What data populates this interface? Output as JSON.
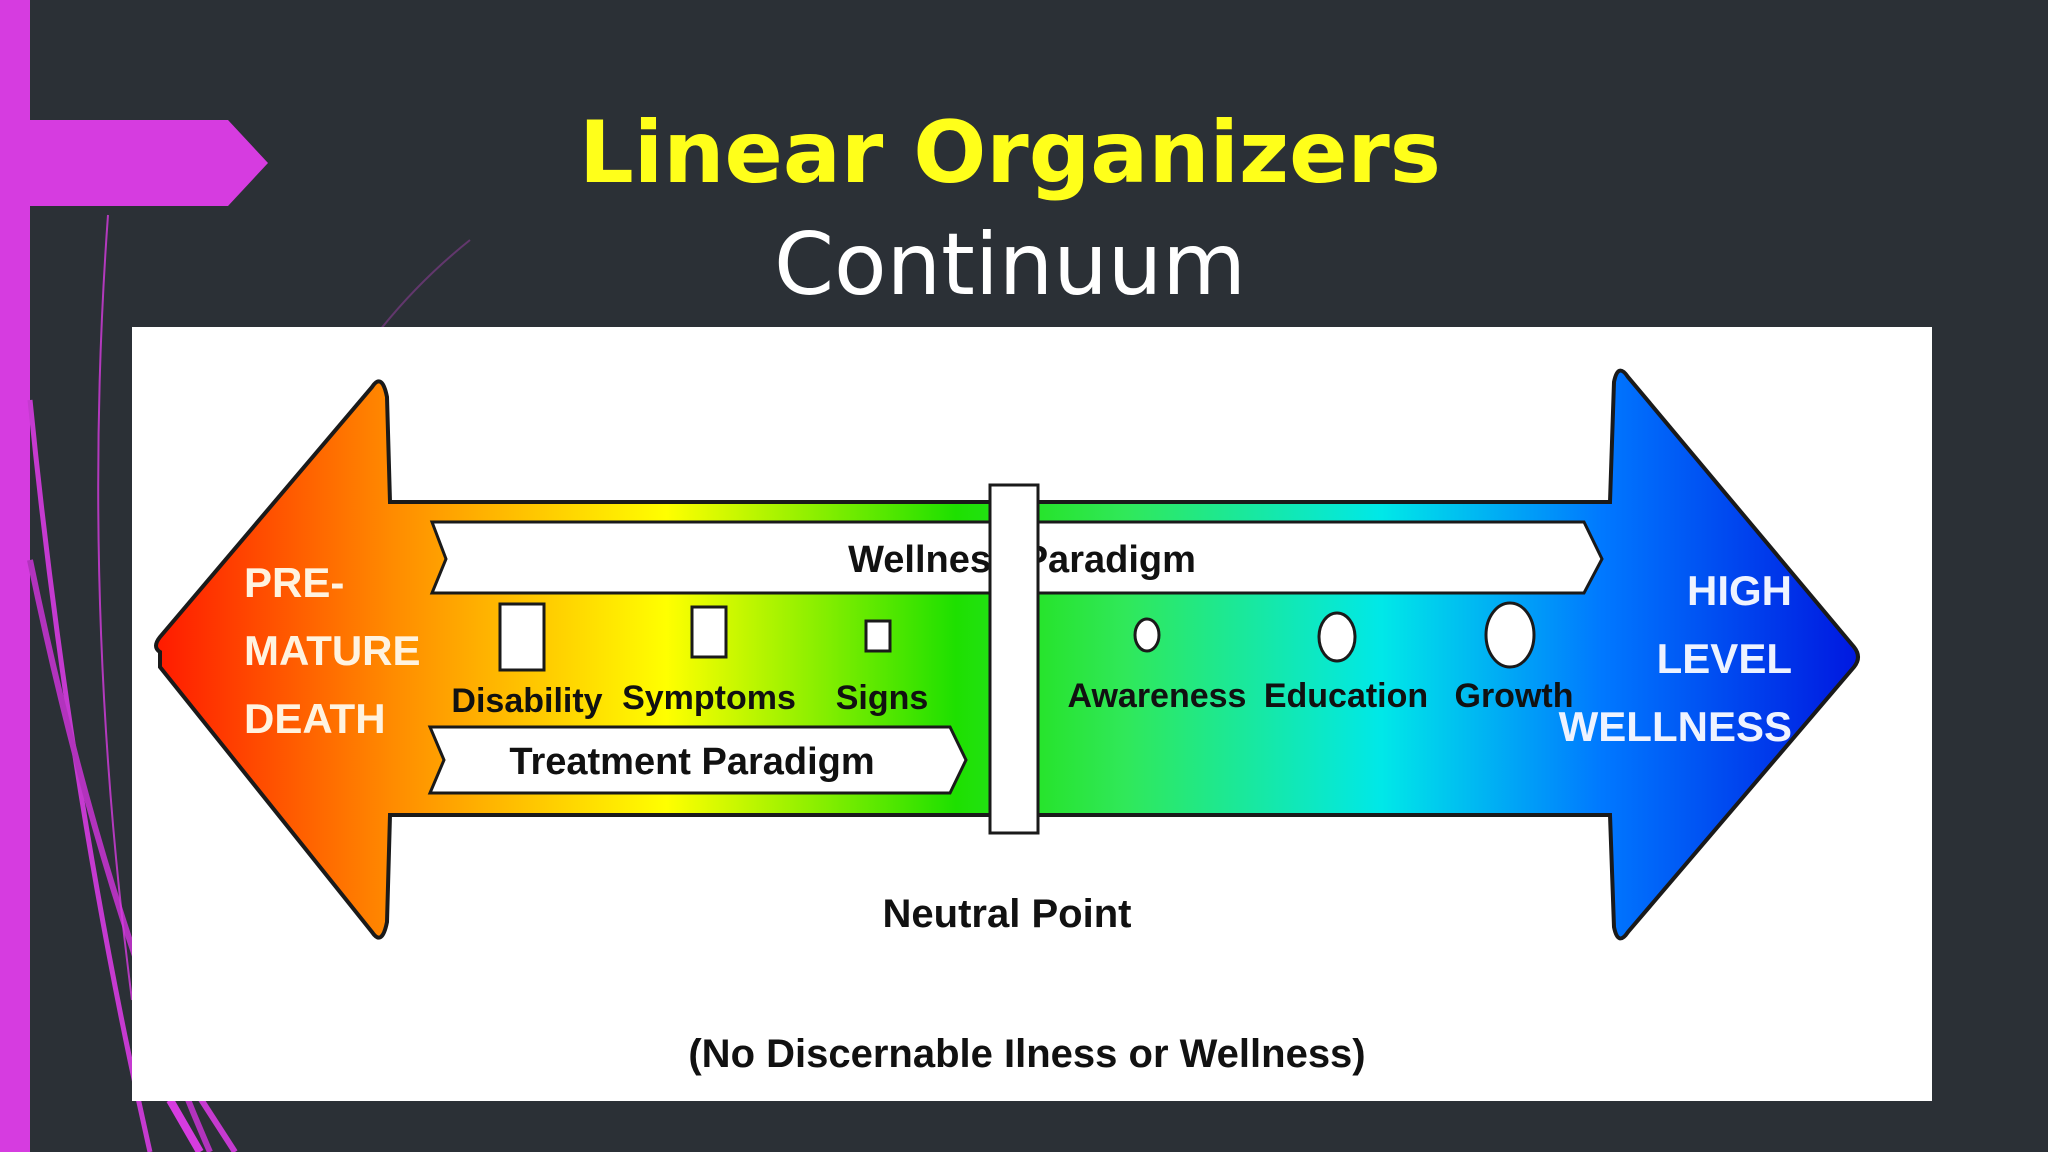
{
  "slide": {
    "title": "Linear Organizers",
    "subtitle": "Continuum",
    "accent_color": "#d63ce0",
    "title_color": "#ffff1a",
    "background_color": "#2b3036"
  },
  "diagram": {
    "left_end": [
      "PRE-",
      "MATURE",
      "DEATH"
    ],
    "right_end": [
      "HIGH",
      "LEVEL",
      "WELLNESS"
    ],
    "wellness_banner": "Wellness Paradigm",
    "treatment_banner": "Treatment Paradigm",
    "illness_markers": [
      "Disability",
      "Symptoms",
      "Signs"
    ],
    "wellness_markers": [
      "Awareness",
      "Education",
      "Growth"
    ],
    "center_label": "Neutral Point",
    "center_note": "(No Discernable Ilness or Wellness)",
    "gradient_colors": [
      "#ff1a00",
      "#ff8c00",
      "#ffff00",
      "#1ee000",
      "#00e8e8",
      "#0050ff",
      "#0018e0"
    ]
  }
}
